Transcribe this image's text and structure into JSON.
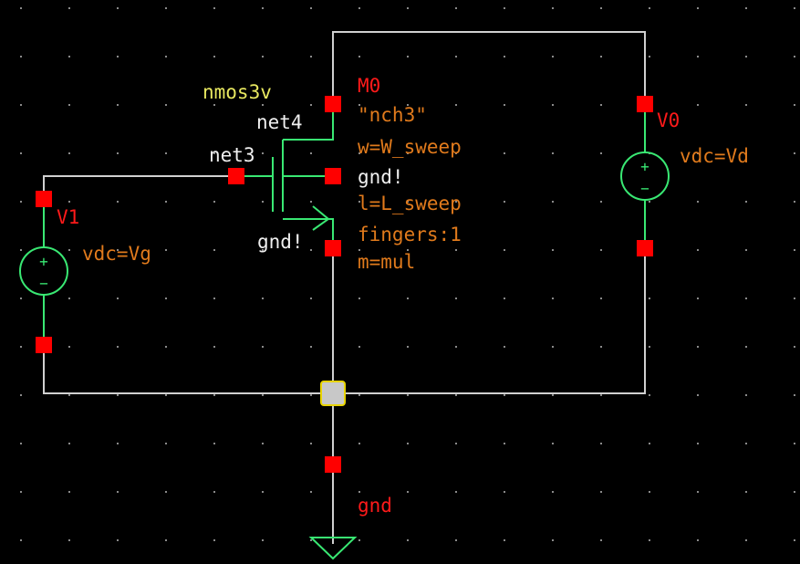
{
  "colors": {
    "background": "#000000",
    "grid": "#8a8a8a",
    "wire": "#d0d0d0",
    "symbol": "#39e873",
    "pin": "#ff0000",
    "instance_name": "#ff1a1a",
    "property": "#e07a1c",
    "net_label": "#f0f0f0",
    "cell_name": "#e8e860",
    "junction": "#c8c8c8",
    "junction_border": "#e8d400"
  },
  "transistor": {
    "instance": "M0",
    "cell": "nmos3v",
    "model": "\"nch3\"",
    "width": "w=W_sweep",
    "length": "l=L_sweep",
    "fingers": "fingers:1",
    "multiplier": "m=mul",
    "drain_net": "net4",
    "gate_net": "net3",
    "source_net": "gnd!",
    "bulk_net": "gnd!"
  },
  "source_v1": {
    "instance": "V1",
    "param": "vdc=Vg",
    "plus": "+",
    "minus": "−"
  },
  "source_v0": {
    "instance": "V0",
    "param": "vdc=Vd",
    "plus": "+",
    "minus": "−"
  },
  "ground": {
    "label": "gnd"
  }
}
